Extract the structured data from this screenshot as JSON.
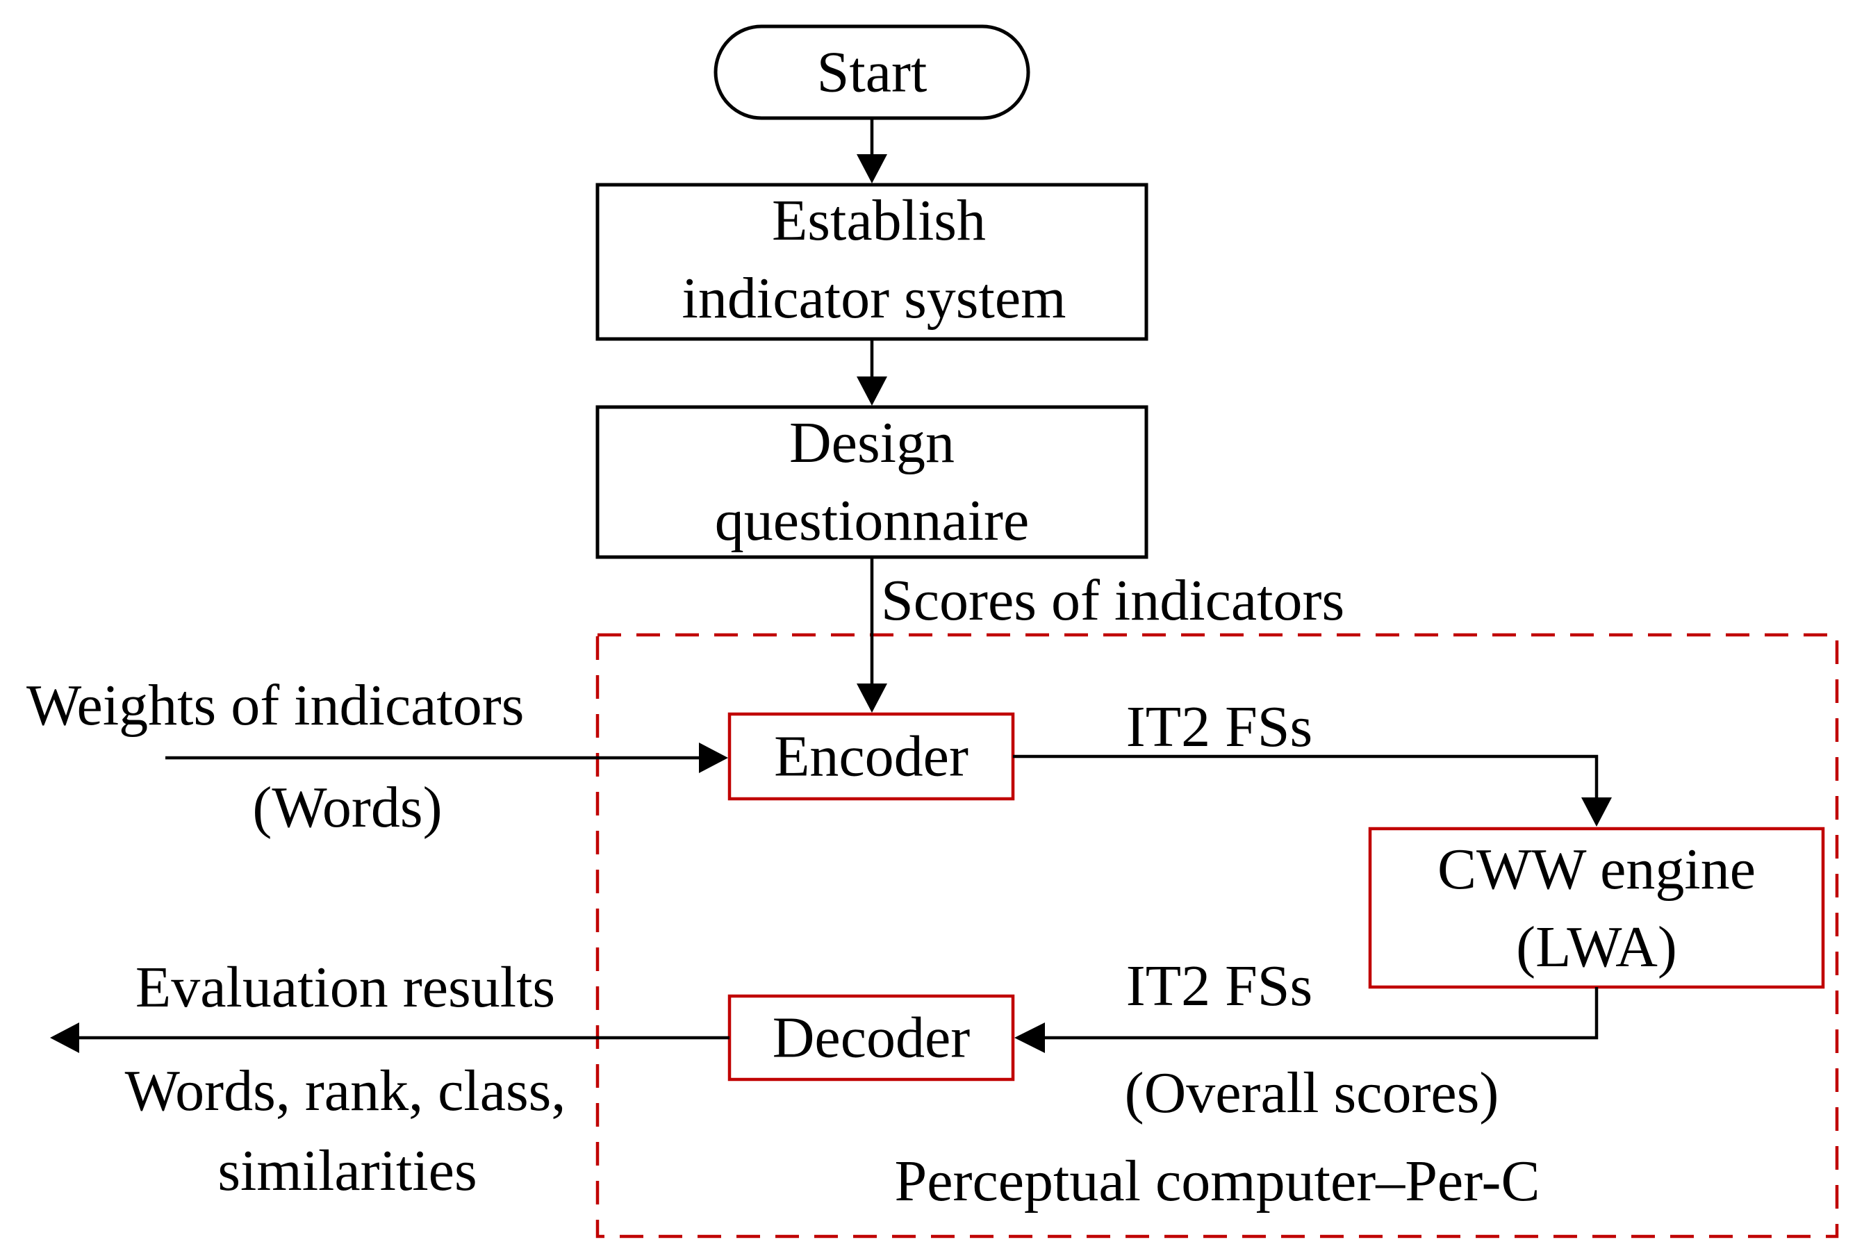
{
  "nodes": {
    "start": "Start",
    "establish": [
      "Establish",
      "indicator system"
    ],
    "design": [
      "Design",
      "questionnaire"
    ],
    "encoder": "Encoder",
    "cww": [
      "CWW engine",
      "(LWA)"
    ],
    "decoder": "Decoder"
  },
  "edge_labels": {
    "scores": "Scores of indicators",
    "weights": "Weights of indicators",
    "weights_sub": "(Words)",
    "enc_out": "IT2 FSs",
    "cww_out": "IT2 FSs",
    "cww_out_sub": "(Overall scores)",
    "results": "Evaluation results",
    "results_sub": [
      "Words, rank, class,",
      "similarities"
    ]
  },
  "region_label": "Perceptual computer–Per-C",
  "colors": {
    "outline": "#000000",
    "perc_computer": "#c00000"
  }
}
